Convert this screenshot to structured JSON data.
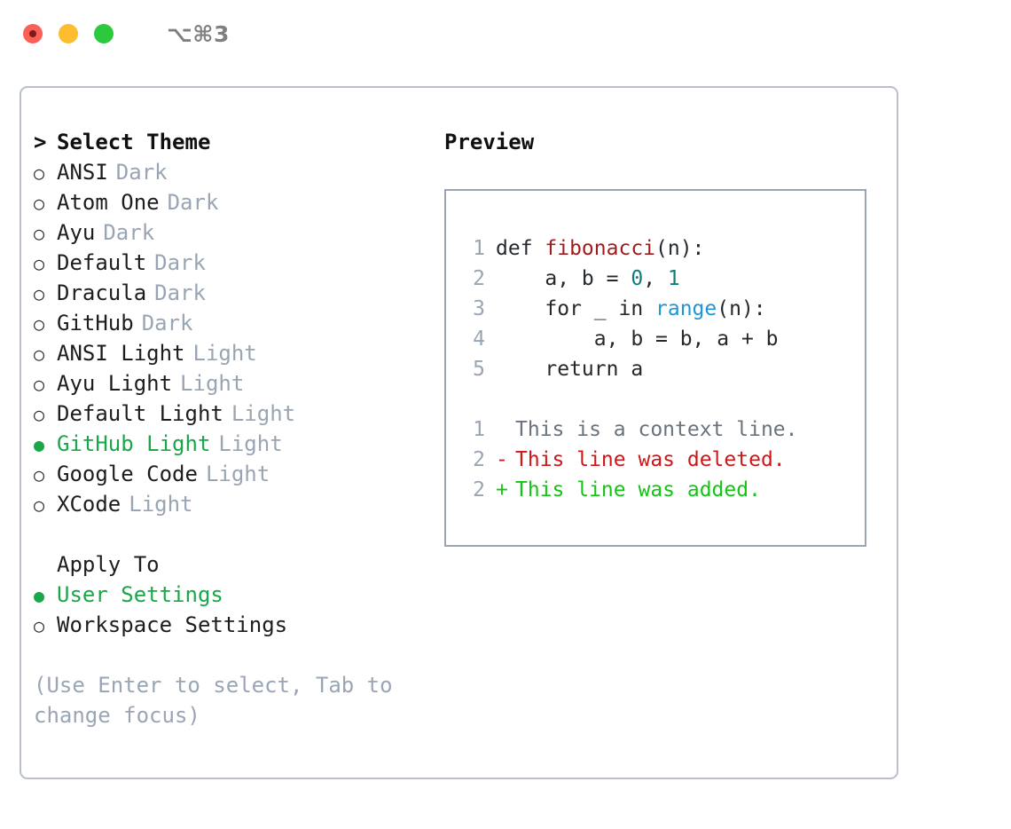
{
  "titlebar": {
    "shortcut": "⌥⌘3",
    "lights": [
      {
        "name": "close",
        "color": "#fb6058"
      },
      {
        "name": "minimize",
        "color": "#fcbd2e"
      },
      {
        "name": "zoom",
        "color": "#2cc93f"
      }
    ]
  },
  "theme_list": {
    "caret": ">",
    "header": "Select Theme",
    "bullet_unselected": "○",
    "bullet_selected": "●",
    "items": [
      {
        "label": "ANSI",
        "variant": "Dark",
        "selected": false
      },
      {
        "label": "Atom One",
        "variant": "Dark",
        "selected": false
      },
      {
        "label": "Ayu",
        "variant": "Dark",
        "selected": false
      },
      {
        "label": "Default",
        "variant": "Dark",
        "selected": false
      },
      {
        "label": "Dracula",
        "variant": "Dark",
        "selected": false
      },
      {
        "label": "GitHub",
        "variant": "Dark",
        "selected": false
      },
      {
        "label": "ANSI Light",
        "variant": "Light",
        "selected": false
      },
      {
        "label": "Ayu Light",
        "variant": "Light",
        "selected": false
      },
      {
        "label": "Default Light",
        "variant": "Light",
        "selected": false
      },
      {
        "label": "GitHub Light",
        "variant": "Light",
        "selected": true
      },
      {
        "label": "Google Code",
        "variant": "Light",
        "selected": false
      },
      {
        "label": "XCode",
        "variant": "Light",
        "selected": false
      }
    ]
  },
  "apply_to": {
    "title": "Apply To",
    "items": [
      {
        "label": "User Settings",
        "selected": true
      },
      {
        "label": "Workspace Settings",
        "selected": false
      }
    ]
  },
  "hint": "(Use Enter to select, Tab to change focus)",
  "preview": {
    "title": "Preview",
    "code_lines": [
      {
        "lineno": "1",
        "tokens": [
          {
            "text": "def ",
            "kind": "plain"
          },
          {
            "text": "fibonacci",
            "kind": "fn"
          },
          {
            "text": "(n):",
            "kind": "plain"
          }
        ]
      },
      {
        "lineno": "2",
        "tokens": [
          {
            "text": "    a, b = ",
            "kind": "plain"
          },
          {
            "text": "0",
            "kind": "num"
          },
          {
            "text": ", ",
            "kind": "plain"
          },
          {
            "text": "1",
            "kind": "num"
          }
        ]
      },
      {
        "lineno": "3",
        "tokens": [
          {
            "text": "    for _ in ",
            "kind": "plain"
          },
          {
            "text": "range",
            "kind": "builtin"
          },
          {
            "text": "(n):",
            "kind": "plain"
          }
        ]
      },
      {
        "lineno": "4",
        "tokens": [
          {
            "text": "        a, b = b, a + b",
            "kind": "plain"
          }
        ]
      },
      {
        "lineno": "5",
        "tokens": [
          {
            "text": "    return a",
            "kind": "plain"
          }
        ]
      }
    ],
    "diff_lines": [
      {
        "lineno": "1",
        "marker": " ",
        "text": "This is a context line.",
        "kind": "context"
      },
      {
        "lineno": "2",
        "marker": "-",
        "text": "This line was deleted.",
        "kind": "del"
      },
      {
        "lineno": "2",
        "marker": "+",
        "text": "This line was added.",
        "kind": "add"
      }
    ]
  },
  "colors": {
    "accent_green": "#1aa74a",
    "muted": "#9aa5b4",
    "diff_add": "#14c414",
    "diff_del": "#d01616",
    "token_fn": "#a01c1c",
    "token_num": "#0f7d7d",
    "token_builtin": "#1f95d4",
    "border": "#b9c0ca"
  }
}
